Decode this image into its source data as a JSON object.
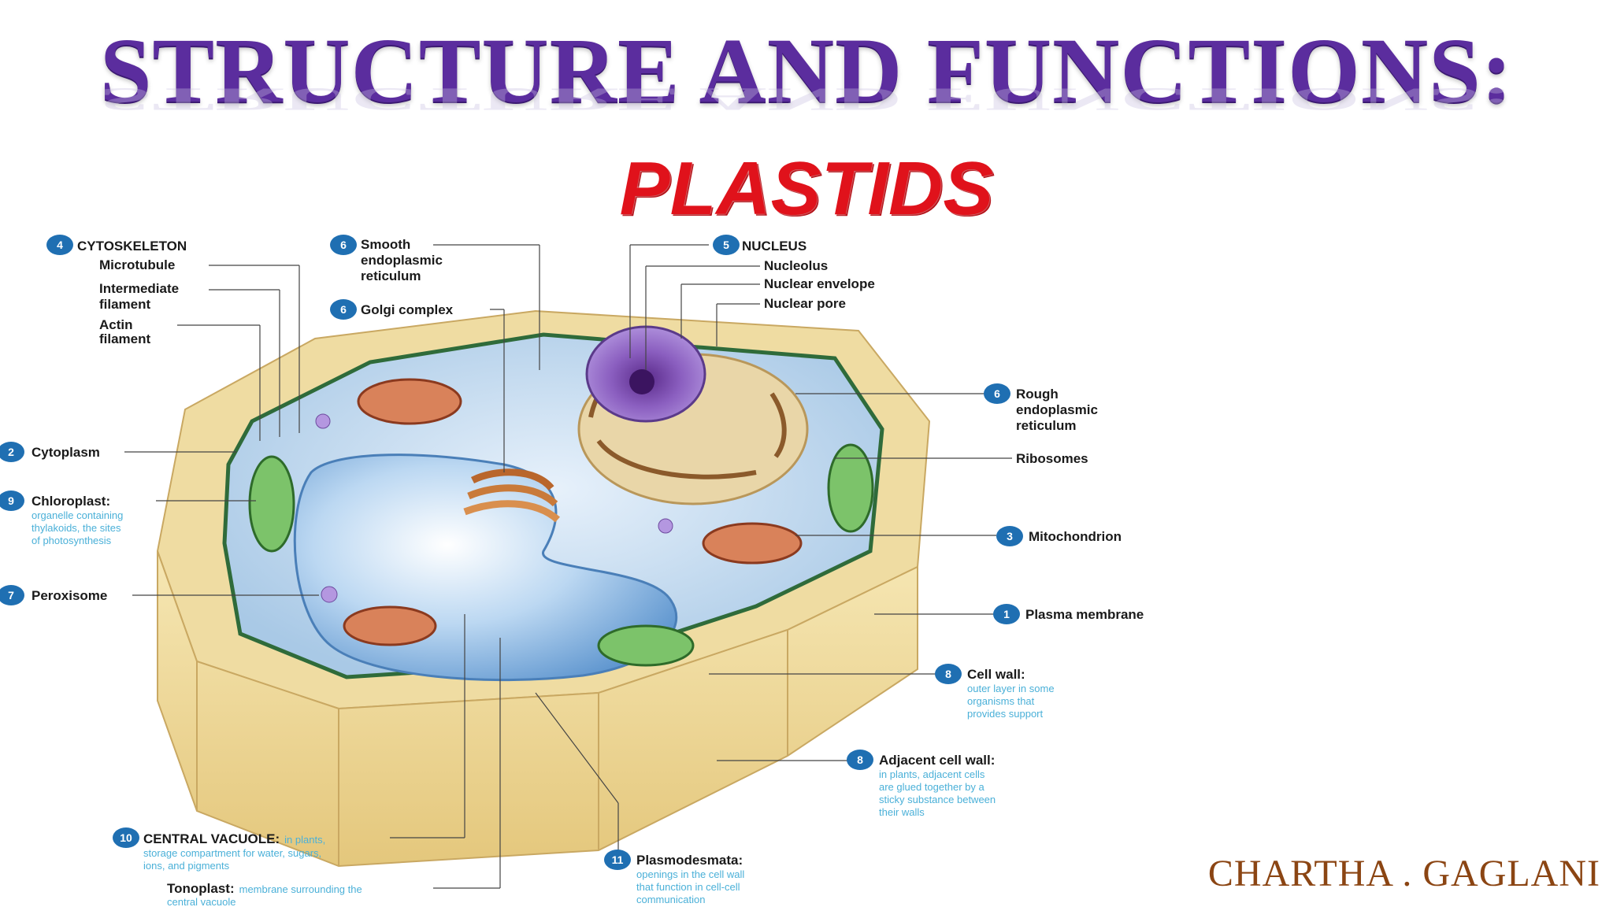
{
  "title": "STRUCTURE AND FUNCTIONS:",
  "subtitle": "PLASTIDS",
  "author": "CHARTHA . GAGLANI",
  "labels": {
    "cytoskeleton": {
      "num": "4",
      "text": "CYTOSKELETON"
    },
    "microtubule": "Microtubule",
    "intermediate_1": "Intermediate",
    "intermediate_2": "filament",
    "actin_1": "Actin",
    "actin_2": "filament",
    "smooth_er": {
      "num": "6",
      "line1": "Smooth",
      "line2": "endoplasmic",
      "line3": "reticulum"
    },
    "golgi": {
      "num": "6",
      "text": "Golgi complex"
    },
    "nucleus": {
      "num": "5",
      "text": "NUCLEUS"
    },
    "nucleolus": "Nucleolus",
    "nuclear_envelope": "Nuclear envelope",
    "nuclear_pore": "Nuclear pore",
    "rough_er": {
      "num": "6",
      "line1": "Rough",
      "line2": "endoplasmic",
      "line3": "reticulum"
    },
    "ribosomes": "Ribosomes",
    "mitochondrion": {
      "num": "3",
      "text": "Mitochondrion"
    },
    "plasma_membrane": {
      "num": "1",
      "text": "Plasma membrane"
    },
    "cell_wall": {
      "num": "8",
      "text": "Cell wall:",
      "desc1": "outer layer in some",
      "desc2": "organisms that",
      "desc3": "provides support"
    },
    "adjacent_wall": {
      "num": "8",
      "text": "Adjacent cell wall:",
      "desc1": "in plants, adjacent cells",
      "desc2": "are glued together by a",
      "desc3": "sticky substance between",
      "desc4": "their walls"
    },
    "plasmodesmata": {
      "num": "11",
      "text": "Plasmodesmata:",
      "desc1": "openings in the cell wall",
      "desc2": "that function in cell-cell",
      "desc3": "communication"
    },
    "central_vacuole": {
      "num": "10",
      "text": "CENTRAL VACUOLE:",
      "desc0": "in plants,",
      "desc1": "storage compartment for water, sugars,",
      "desc2": "ions, and pigments"
    },
    "tonoplast": {
      "text": "Tonoplast:",
      "desc0": "membrane surrounding the",
      "desc1": "central vacuole"
    },
    "cytoplasm": {
      "num": "2",
      "text": "Cytoplasm"
    },
    "chloroplast": {
      "num": "9",
      "text": "Chloroplast:",
      "desc1": "organelle containing",
      "desc2": "thylakoids, the sites",
      "desc3": "of photosynthesis"
    },
    "peroxisome": {
      "num": "7",
      "text": "Peroxisome"
    }
  },
  "colors": {
    "title": "#5b2d9e",
    "subtitle": "#e0121b",
    "author": "#8b4513",
    "badge": "#1f6fb2",
    "desc": "#4ab0d8"
  }
}
